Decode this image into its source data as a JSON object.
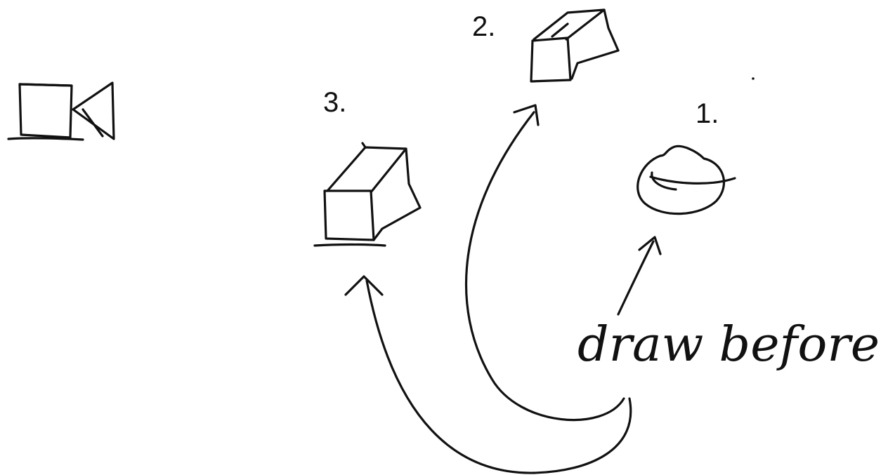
{
  "labels": {
    "first": "1.",
    "second": "2.",
    "third": "3."
  },
  "annotation": {
    "text": "draw before"
  },
  "colors": {
    "ink": "#111111",
    "background": "#ffffff"
  },
  "icons": {
    "camera": "camera-icon",
    "sphere": "sphere-icon",
    "box_near": "box-icon",
    "box_far": "box-icon"
  }
}
